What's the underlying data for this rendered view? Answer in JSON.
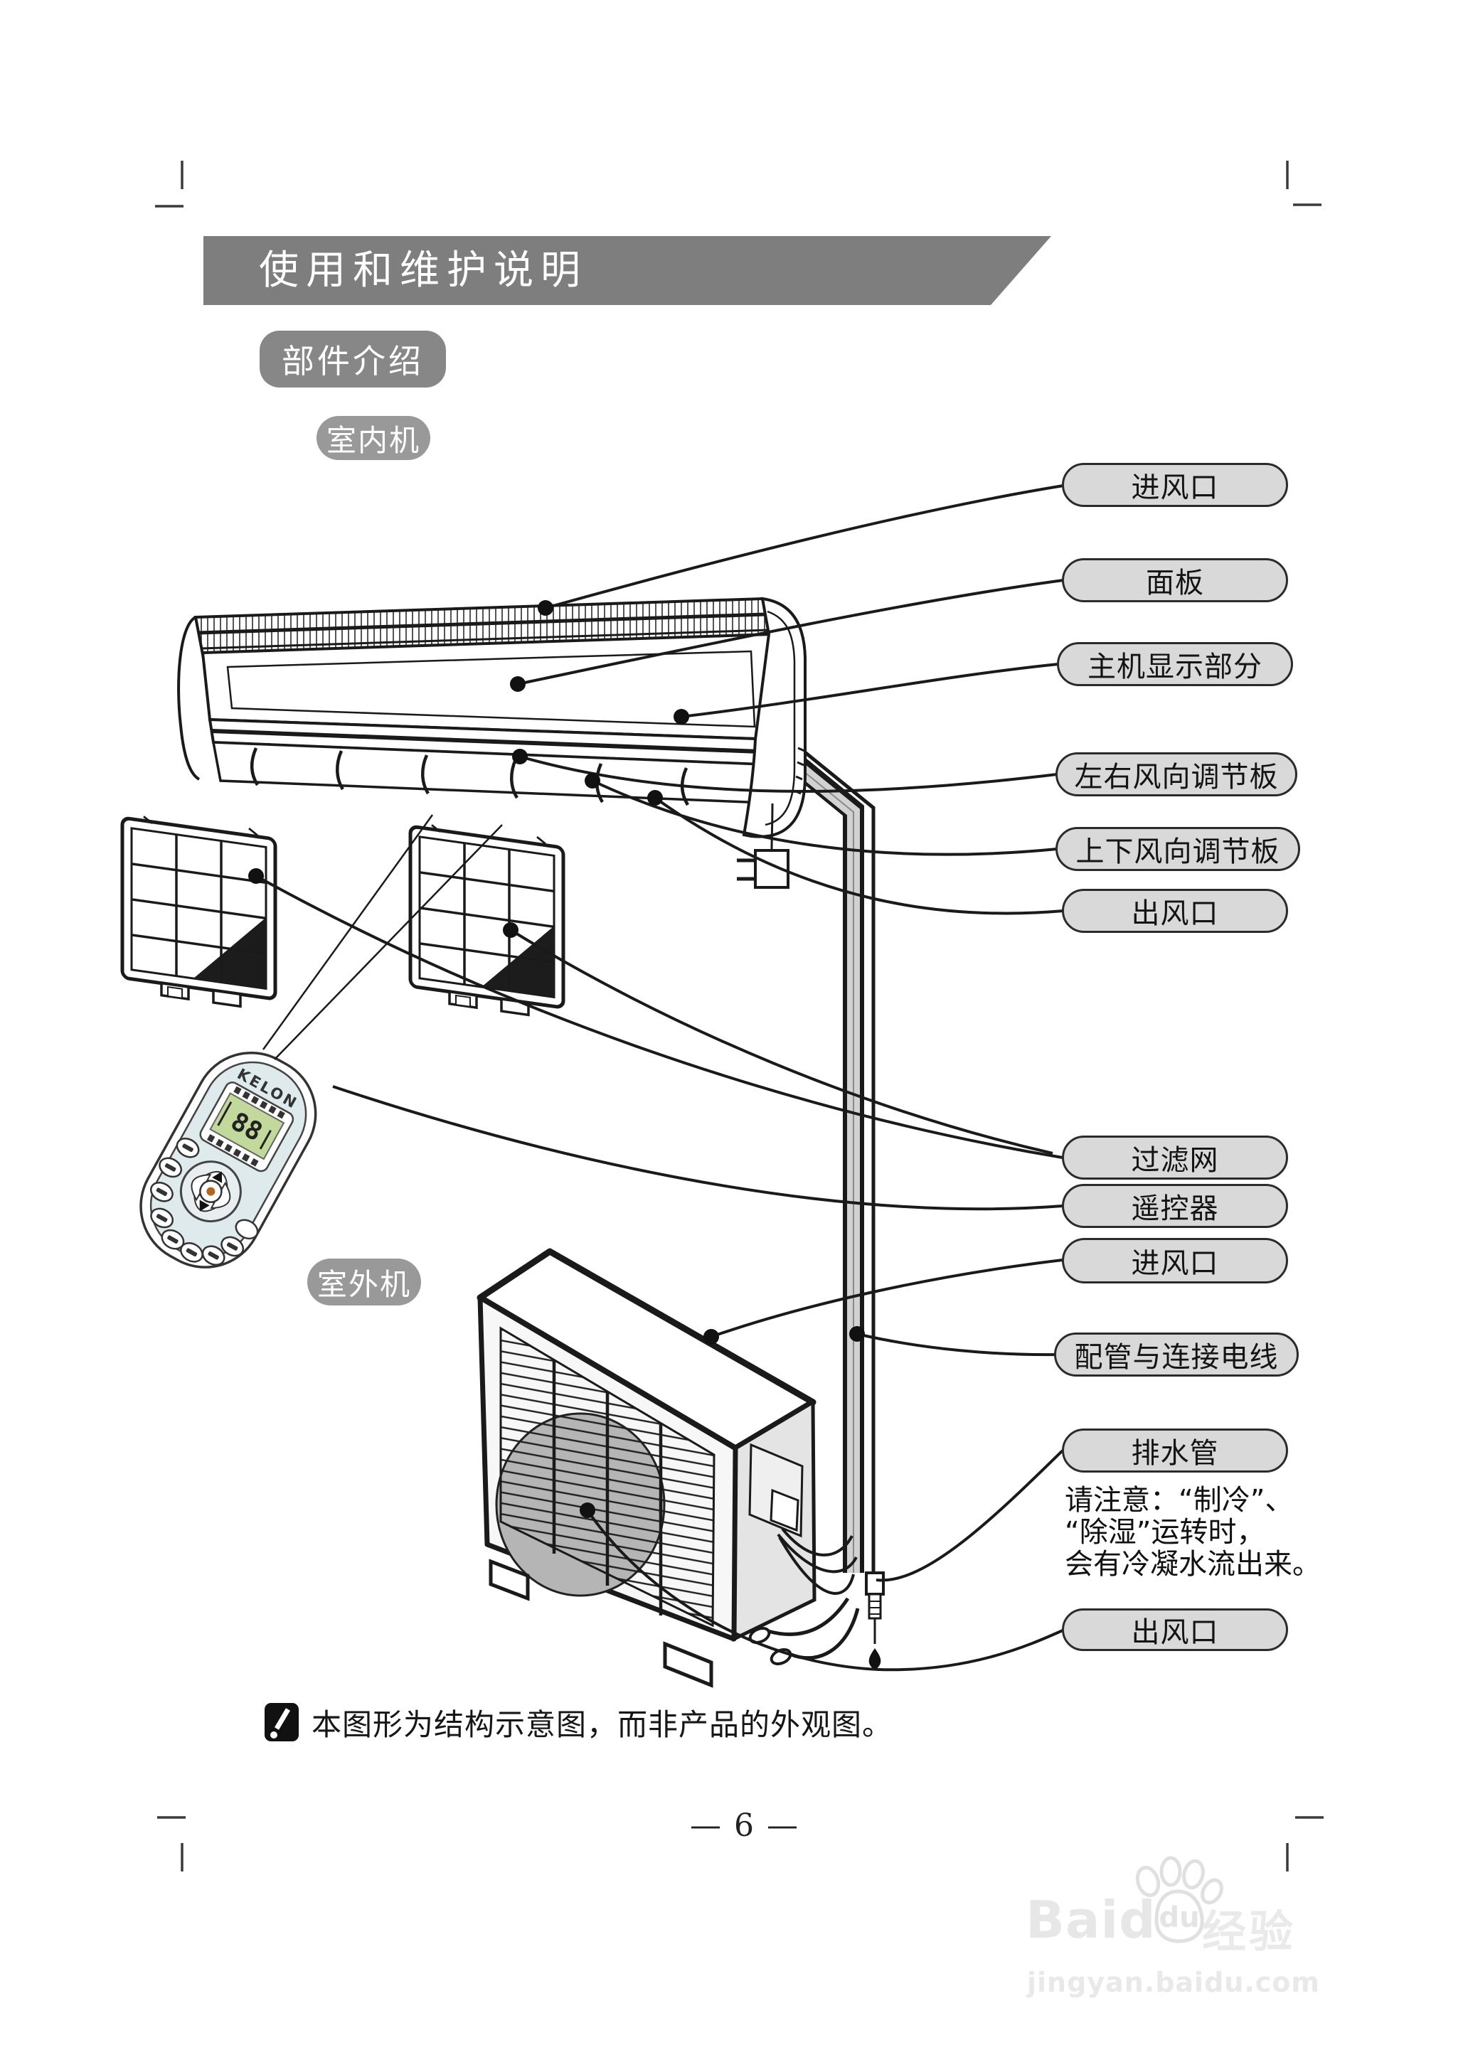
{
  "page": {
    "header_title": "使用和维护说明",
    "section_label": "部件介绍",
    "page_footer": "— 6 —",
    "bottom_note": "本图形为结构示意图，而非产品的外观图。"
  },
  "diagram": {
    "indoor_label": "室内机",
    "outdoor_label": "室外机",
    "condensate_note": {
      "line1": "请注意：“制冷”、",
      "line2": "“除湿”运转时，",
      "line3": "会有冷凝水流出来。"
    },
    "callouts": [
      {
        "id": "air-inlet-indoor",
        "label": "进风口"
      },
      {
        "id": "panel",
        "label": "面板"
      },
      {
        "id": "main-display",
        "label": "主机显示部分"
      },
      {
        "id": "lr-louver",
        "label": "左右风向调节板"
      },
      {
        "id": "ud-louver",
        "label": "上下风向调节板"
      },
      {
        "id": "air-outlet-indoor",
        "label": "出风口"
      },
      {
        "id": "filter",
        "label": "过滤网"
      },
      {
        "id": "remote-controller",
        "label": "遥控器"
      },
      {
        "id": "air-inlet-outdoor",
        "label": "进风口"
      },
      {
        "id": "piping-wiring",
        "label": "配管与连接电线"
      },
      {
        "id": "drain-pipe",
        "label": "排水管"
      },
      {
        "id": "air-outlet-outdoor",
        "label": "出风口"
      }
    ]
  },
  "remote": {
    "brand": "KELON",
    "display_value": "88"
  },
  "watermark": {
    "brand_en": "Baidu",
    "brand_cn": "经验",
    "domain": "jingyan.baidu.com"
  },
  "colors": {
    "banner_gray": "#7e7e7e",
    "label_pill_gray": "#999999",
    "callout_fill": "#d9d9d9",
    "callout_border": "#2b2b2b",
    "line_art": "#1a1a1a",
    "fan_gray": "#b5b5b5",
    "pipe_gray": "#d2d2d2",
    "remote_face": "#dfeaec",
    "lcd_green": "#c3d99c",
    "watermark_gray": "#e7e7e7"
  }
}
